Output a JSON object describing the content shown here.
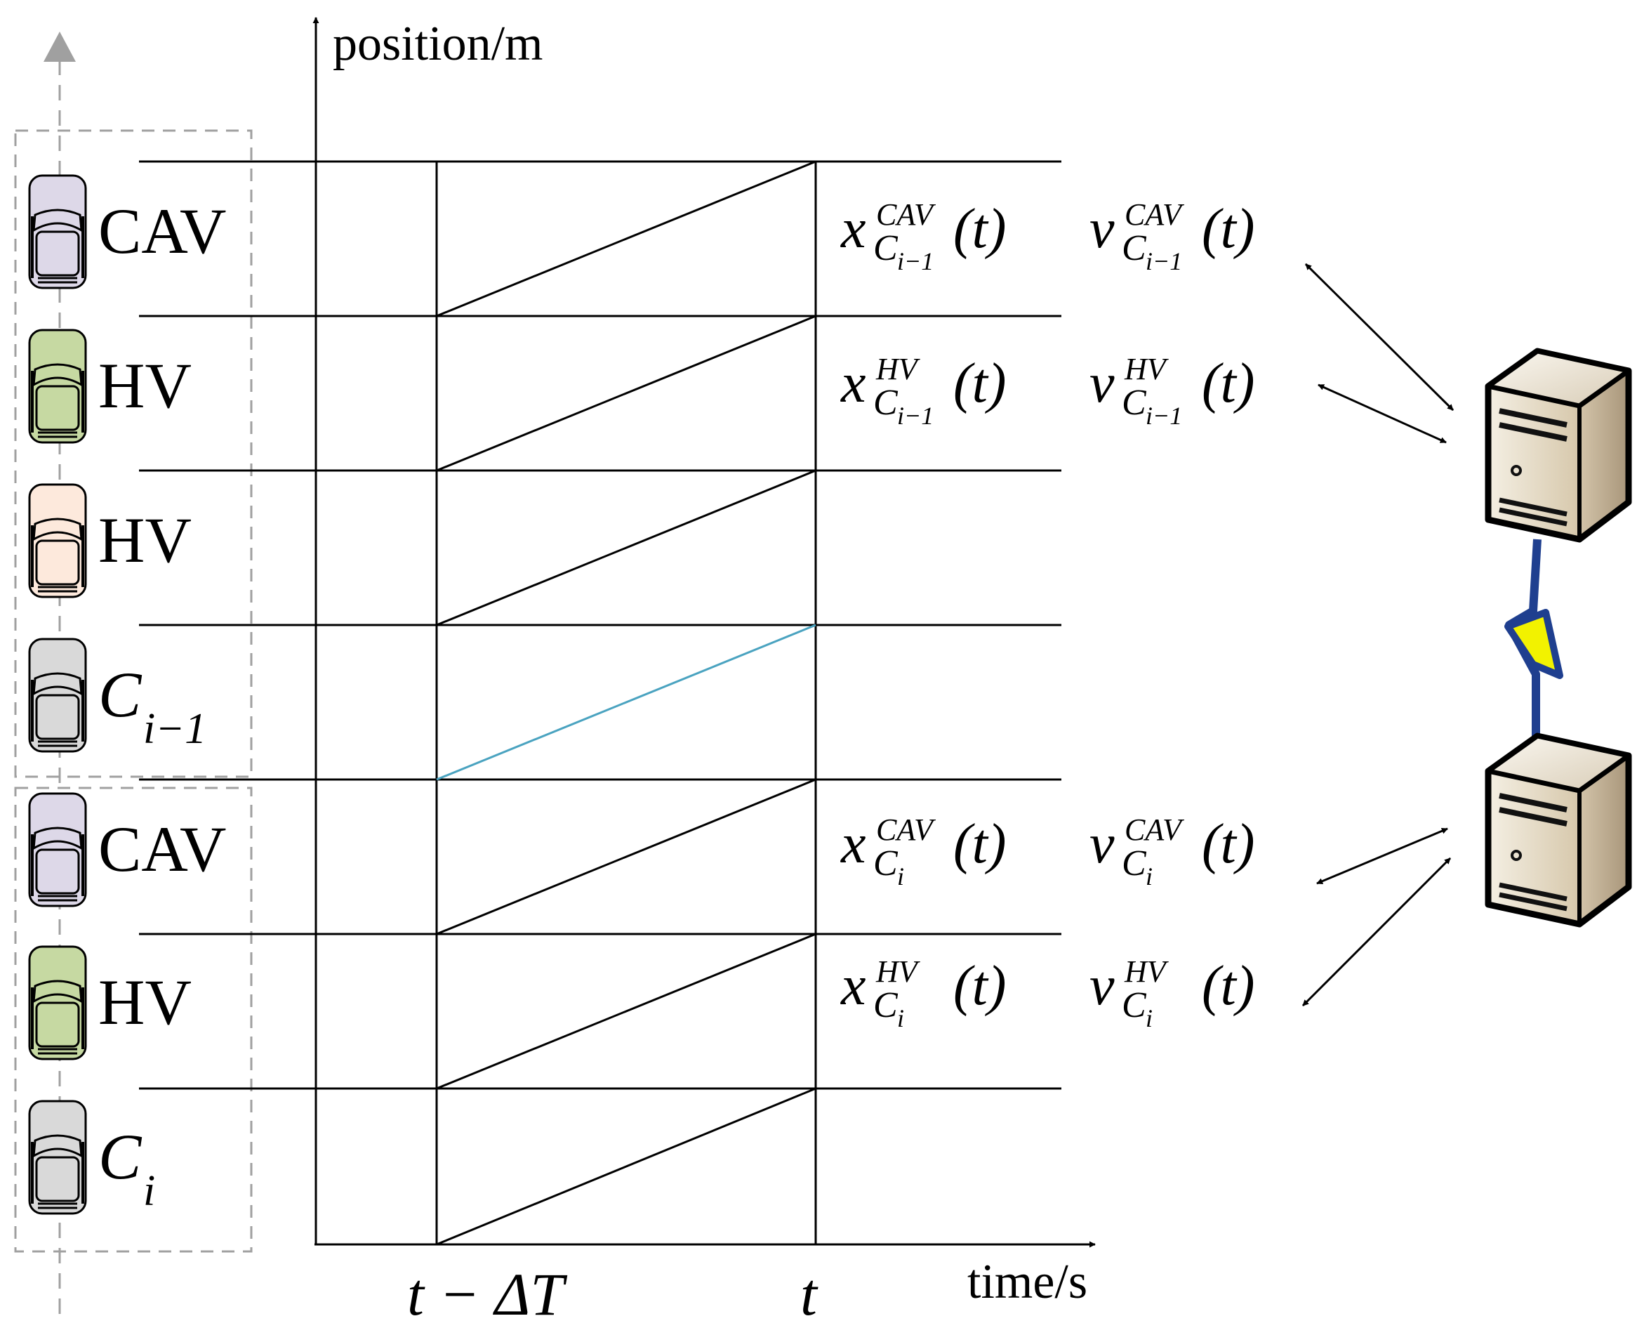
{
  "axes": {
    "y_label": "position/m",
    "x_label": "time/s",
    "x_ticks": [
      "t − ΔT",
      "t"
    ]
  },
  "vehicles": [
    {
      "label": "CAV",
      "sub": "",
      "italic": false,
      "color": "#ddd8e8"
    },
    {
      "label": "HV",
      "sub": "",
      "italic": false,
      "color": "#c6d9a2"
    },
    {
      "label": "HV",
      "sub": "",
      "italic": false,
      "color": "#fde9dc"
    },
    {
      "label": "C",
      "sub": "i−1",
      "italic": true,
      "color": "#d9d9d9"
    },
    {
      "label": "CAV",
      "sub": "",
      "italic": false,
      "color": "#ddd8e8"
    },
    {
      "label": "HV",
      "sub": "",
      "italic": false,
      "color": "#c6d9a2"
    },
    {
      "label": "C",
      "sub": "i",
      "italic": true,
      "color": "#d9d9d9"
    }
  ],
  "state_labels": [
    {
      "sup": "CAV",
      "sub_base": "C",
      "sub_index": "i−1",
      "arg": "(t)"
    },
    {
      "sup": "HV",
      "sub_base": "C",
      "sub_index": "i−1",
      "arg": "(t)"
    },
    {
      "sup": "CAV",
      "sub_base": "C",
      "sub_index": "i",
      "arg": "(t)"
    },
    {
      "sup": "HV",
      "sub_base": "C",
      "sub_index": "i",
      "arg": "(t)"
    }
  ],
  "symbols": {
    "position": "x",
    "velocity": "v"
  },
  "colors": {
    "highlight_line": "#4aa3c0",
    "dashed": "#a0a0a0",
    "server_body": "#e2d7c2",
    "lightning_fill": "#f2f200",
    "lightning_stroke": "#1f3f8f"
  }
}
